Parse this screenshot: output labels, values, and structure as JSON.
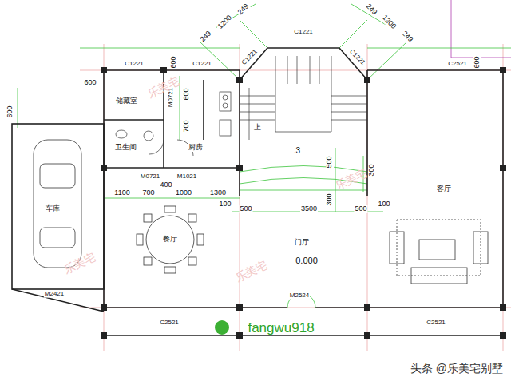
{
  "diagram": {
    "labels": [
      "249",
      "1200",
      "249",
      "249",
      "1200",
      "249",
      "C1221",
      "C1221",
      "C1221",
      "C1221",
      "C1221",
      "C2521",
      "600",
      "600",
      "600",
      "600",
      "储藏室",
      "M0721",
      "600",
      "700",
      "卫生间",
      "厨房",
      "上",
      ".3",
      "500",
      "300",
      "300",
      "M0721",
      "M1021",
      "1100",
      "700",
      "400",
      "1000",
      "1300",
      "100",
      "500",
      "3500",
      "500",
      "100",
      "客厅",
      "车库",
      "餐厅",
      "门厅",
      "0.000",
      "M2421",
      "M2524",
      "C2521",
      "C2521",
      "fangwu918",
      "头条 @乐美宅别墅",
      "乐美宅",
      "乐美宅",
      "乐美宅",
      "乐美宅"
    ]
  }
}
